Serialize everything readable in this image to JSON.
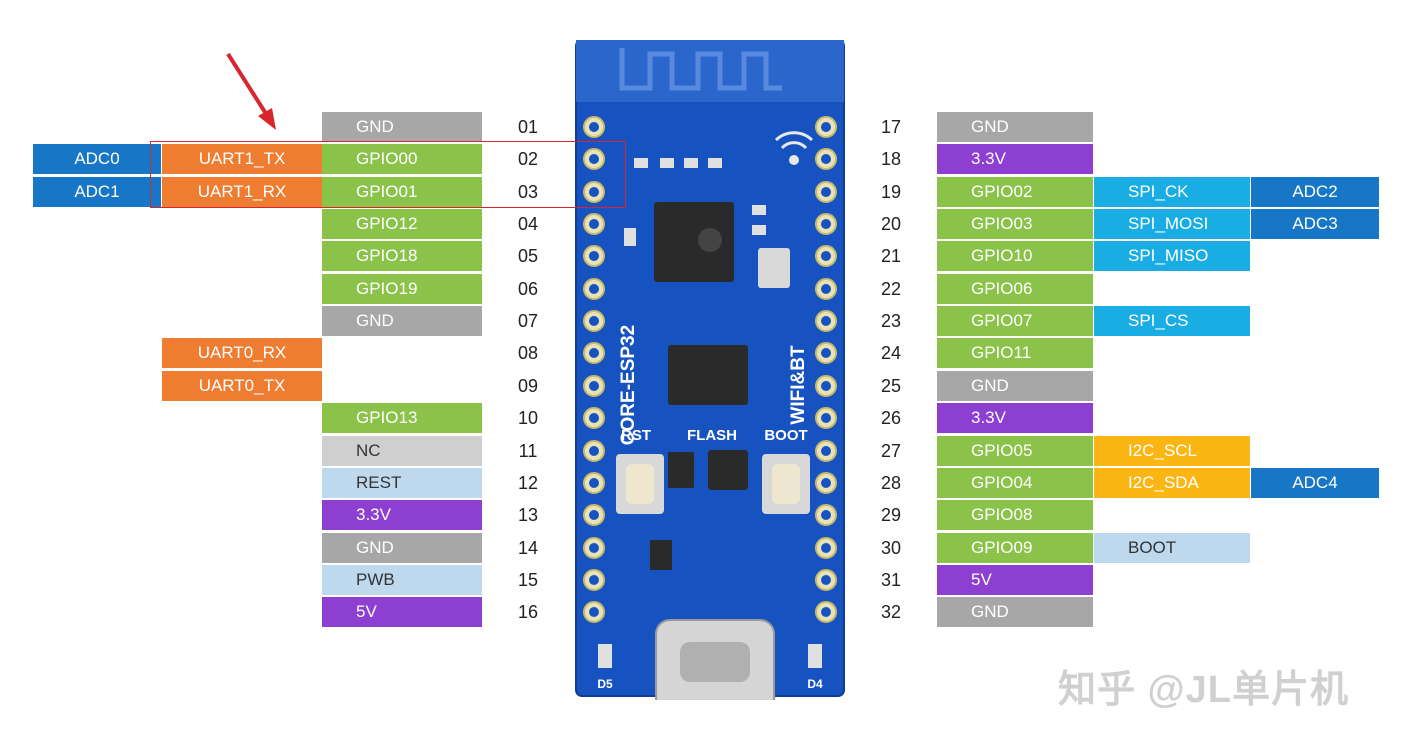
{
  "colors": {
    "gnd": "#a7a7a7",
    "gpio": "#8bc34a",
    "power": "#8c3fd1",
    "uart": "#ee7d31",
    "adc": "#1777c6",
    "spi": "#1aade3",
    "i2c": "#fbb614",
    "misc_blue": "#bed8ee",
    "nc": "#cfcfcf",
    "board": "#1753c0",
    "highlight": "#d9262d"
  },
  "left_pins": [
    {
      "num": "01",
      "main": {
        "label": "GND",
        "type": "gnd"
      }
    },
    {
      "num": "02",
      "main": {
        "label": "GPIO00",
        "type": "gpio"
      },
      "alt1": {
        "label": "UART1_TX",
        "type": "uart"
      },
      "alt2": {
        "label": "ADC0",
        "type": "adc"
      }
    },
    {
      "num": "03",
      "main": {
        "label": "GPIO01",
        "type": "gpio"
      },
      "alt1": {
        "label": "UART1_RX",
        "type": "uart"
      },
      "alt2": {
        "label": "ADC1",
        "type": "adc"
      }
    },
    {
      "num": "04",
      "main": {
        "label": "GPIO12",
        "type": "gpio"
      }
    },
    {
      "num": "05",
      "main": {
        "label": "GPIO18",
        "type": "gpio"
      }
    },
    {
      "num": "06",
      "main": {
        "label": "GPIO19",
        "type": "gpio"
      }
    },
    {
      "num": "07",
      "main": {
        "label": "GND",
        "type": "gnd"
      }
    },
    {
      "num": "08",
      "alt1": {
        "label": "UART0_RX",
        "type": "uart"
      }
    },
    {
      "num": "09",
      "alt1": {
        "label": "UART0_TX",
        "type": "uart"
      }
    },
    {
      "num": "10",
      "main": {
        "label": "GPIO13",
        "type": "gpio"
      }
    },
    {
      "num": "11",
      "main": {
        "label": "NC",
        "type": "nc"
      }
    },
    {
      "num": "12",
      "main": {
        "label": "REST",
        "type": "misc_blue"
      }
    },
    {
      "num": "13",
      "main": {
        "label": "3.3V",
        "type": "power"
      }
    },
    {
      "num": "14",
      "main": {
        "label": "GND",
        "type": "gnd"
      }
    },
    {
      "num": "15",
      "main": {
        "label": "PWB",
        "type": "misc_blue"
      }
    },
    {
      "num": "16",
      "main": {
        "label": "5V",
        "type": "power"
      }
    }
  ],
  "right_pins": [
    {
      "num": "17",
      "main": {
        "label": "GND",
        "type": "gnd"
      }
    },
    {
      "num": "18",
      "main": {
        "label": "3.3V",
        "type": "power"
      }
    },
    {
      "num": "19",
      "main": {
        "label": "GPIO02",
        "type": "gpio"
      },
      "alt1": {
        "label": "SPI_CK",
        "type": "spi"
      },
      "alt2": {
        "label": "ADC2",
        "type": "adc"
      }
    },
    {
      "num": "20",
      "main": {
        "label": "GPIO03",
        "type": "gpio"
      },
      "alt1": {
        "label": "SPI_MOSI",
        "type": "spi"
      },
      "alt2": {
        "label": "ADC3",
        "type": "adc"
      }
    },
    {
      "num": "21",
      "main": {
        "label": "GPIO10",
        "type": "gpio"
      },
      "alt1": {
        "label": "SPI_MISO",
        "type": "spi"
      }
    },
    {
      "num": "22",
      "main": {
        "label": "GPIO06",
        "type": "gpio"
      }
    },
    {
      "num": "23",
      "main": {
        "label": "GPIO07",
        "type": "gpio"
      },
      "alt1": {
        "label": "SPI_CS",
        "type": "spi"
      }
    },
    {
      "num": "24",
      "main": {
        "label": "GPIO11",
        "type": "gpio"
      }
    },
    {
      "num": "25",
      "main": {
        "label": "GND",
        "type": "gnd"
      }
    },
    {
      "num": "26",
      "main": {
        "label": "3.3V",
        "type": "power"
      }
    },
    {
      "num": "27",
      "main": {
        "label": "GPIO05",
        "type": "gpio"
      },
      "alt1": {
        "label": "I2C_SCL",
        "type": "i2c"
      }
    },
    {
      "num": "28",
      "main": {
        "label": "GPIO04",
        "type": "gpio"
      },
      "alt1": {
        "label": "I2C_SDA",
        "type": "i2c"
      },
      "alt2": {
        "label": "ADC4",
        "type": "adc"
      }
    },
    {
      "num": "29",
      "main": {
        "label": "GPIO08",
        "type": "gpio"
      }
    },
    {
      "num": "30",
      "main": {
        "label": "GPIO09",
        "type": "gpio"
      },
      "alt1": {
        "label": "BOOT",
        "type": "misc_blue"
      }
    },
    {
      "num": "31",
      "main": {
        "label": "5V",
        "type": "power"
      }
    },
    {
      "num": "32",
      "main": {
        "label": "GND",
        "type": "gnd"
      }
    }
  ],
  "board": {
    "chip_label": "CORE-ESP32",
    "wireless_label": "WIFI&BT",
    "rst_label": "RST",
    "flash_label": "FLASH",
    "boot_label": "BOOT",
    "led_left": "D5",
    "led_right": "D4"
  },
  "watermark": "知乎 @JL单片机"
}
